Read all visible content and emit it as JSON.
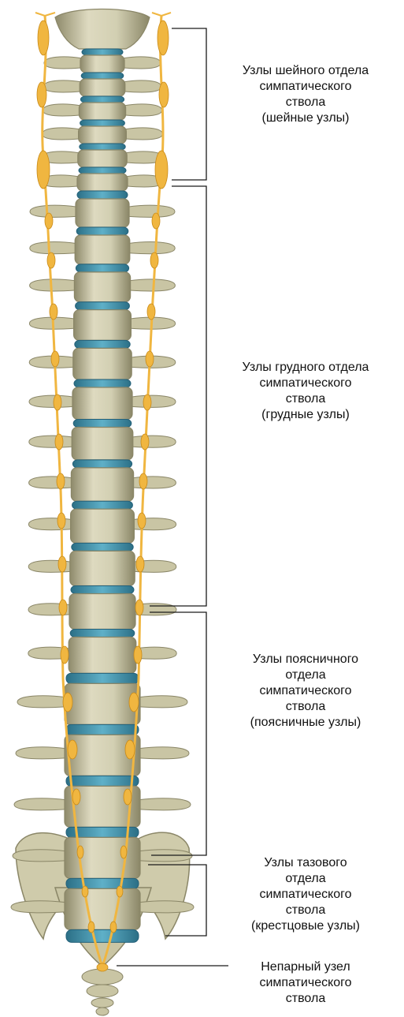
{
  "labels": {
    "cervical": [
      "Узлы шейного отдела",
      "симпатического",
      "ствола",
      "(шейные узлы)"
    ],
    "thoracic": [
      "Узлы грудного отдела",
      "симпатического",
      "ствола",
      "(грудные узлы)"
    ],
    "lumbar": [
      "Узлы поясничного",
      "отдела",
      "симпатического",
      "ствола",
      "(поясничные узлы)"
    ],
    "pelvic": [
      "Узлы тазового",
      "отдела",
      "симпатического",
      "ствола",
      "(крестцовые узлы)"
    ],
    "unpaired": [
      "Непарный узел",
      "симпатического",
      "ствола"
    ]
  },
  "colors": {
    "bone": "#cfcbaa",
    "bone_dark": "#8d8a6c",
    "disc": "#3f8fa8",
    "nerve": "#f0b640",
    "nerve_dark": "#c98a17",
    "bracket": "#1a1a1a"
  }
}
